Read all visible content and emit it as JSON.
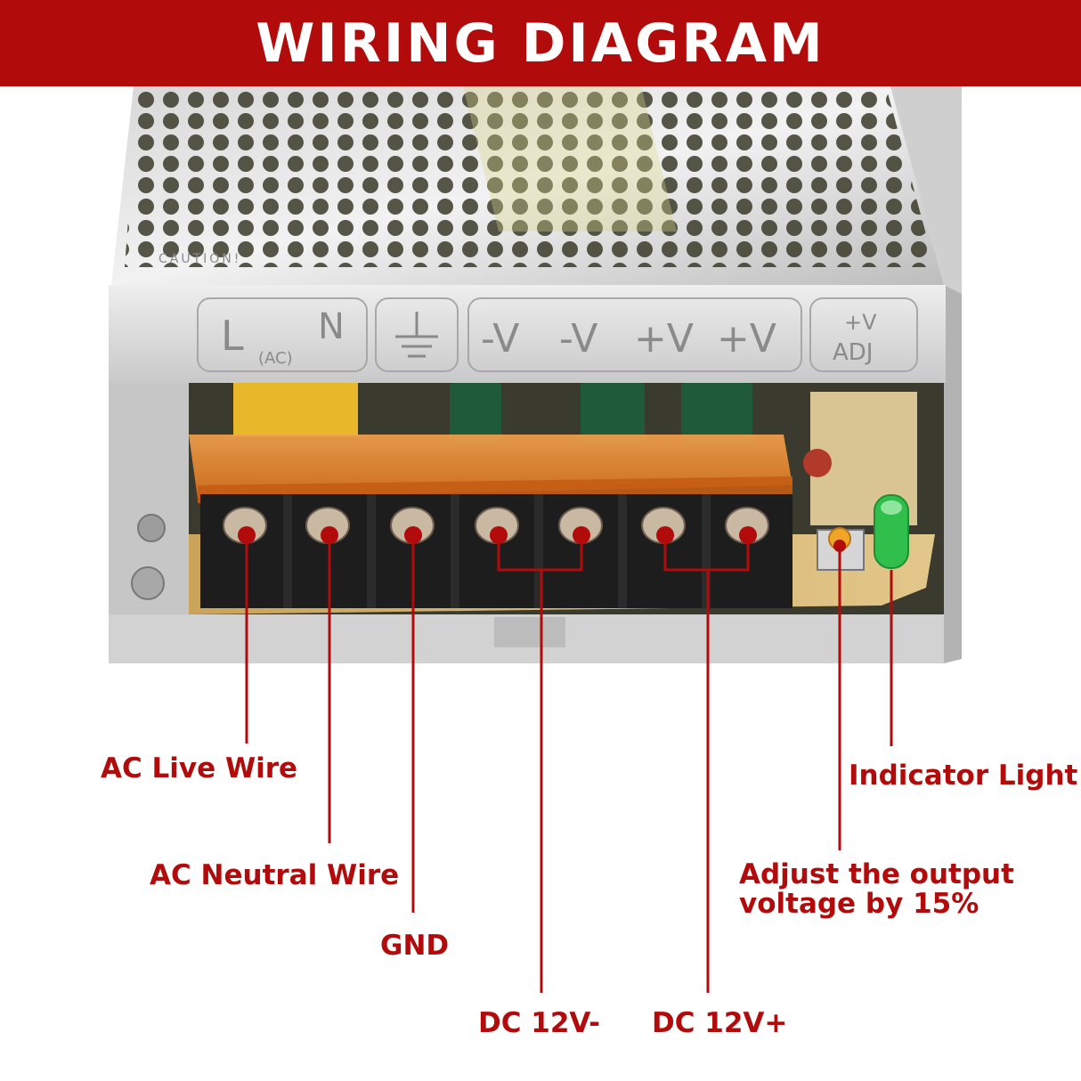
{
  "header": {
    "title": "WIRING DIAGRAM"
  },
  "device": {
    "terminal_labels": {
      "live": "L",
      "ac": "(AC)",
      "neutral": "N",
      "outputs": [
        "-V",
        "-V",
        "+V",
        "+V"
      ],
      "adj_top": "+V",
      "adj_bottom": "ADJ"
    },
    "caution_text": "CAUTION!"
  },
  "callouts": {
    "ac_live": "AC Live Wire",
    "ac_neutral": "AC Neutral Wire",
    "gnd": "GND",
    "dc_negative": "DC 12V-",
    "dc_positive": "DC 12V+",
    "indicator": "Indicator Light",
    "adjust": "Adjust the output voltage by 15%"
  },
  "colors": {
    "accent": "#b10b0b",
    "banner_text": "#ffffff",
    "indicator_led": "#2fbf4a",
    "terminal_cover": "#e98a2a"
  }
}
